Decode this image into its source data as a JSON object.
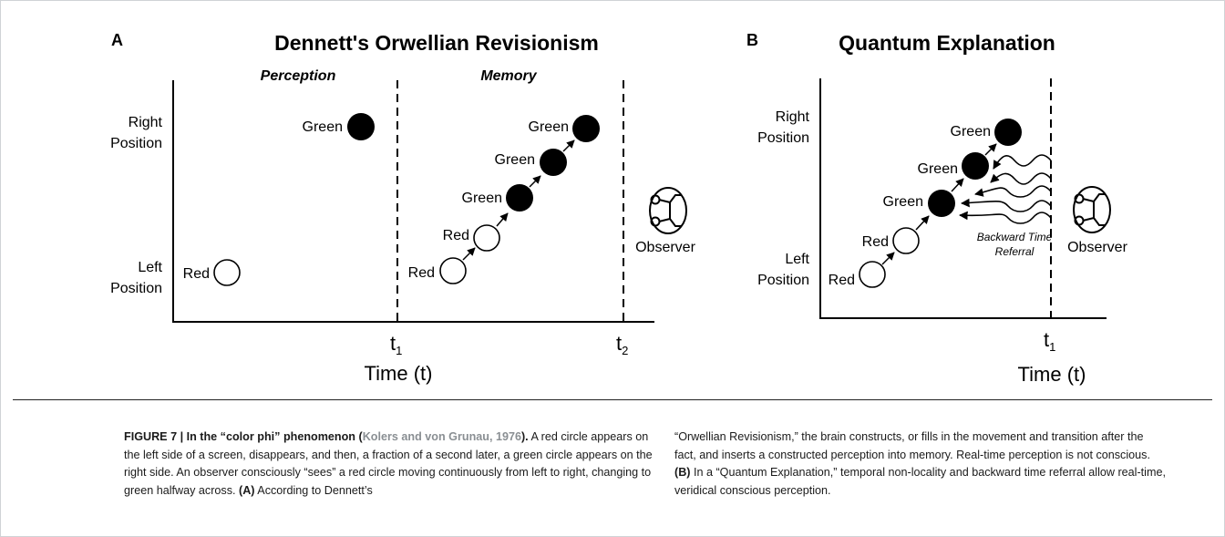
{
  "figure": {
    "panel_a": {
      "letter": "A",
      "title": "Dennett's Orwellian Revisionism",
      "section_perception": "Perception",
      "section_memory": "Memory",
      "y_label_right": [
        "Right",
        "Position"
      ],
      "y_label_left": [
        "Left",
        "Position"
      ],
      "t1_main": "t",
      "t1_sub": "1",
      "t2_main": "t",
      "t2_sub": "2",
      "x_label": "Time (t)",
      "observer_label": "Observer",
      "labels": {
        "left_red": "Red",
        "perception_green": "Green",
        "mem_red_1": "Red",
        "mem_red_2": "Red",
        "mem_green_1": "Green",
        "mem_green_2": "Green",
        "mem_green_3": "Green"
      }
    },
    "panel_b": {
      "letter": "B",
      "title": "Quantum Explanation",
      "y_label_right": [
        "Right",
        "Position"
      ],
      "y_label_left": [
        "Left",
        "Position"
      ],
      "t1_main": "t",
      "t1_sub": "1",
      "x_label": "Time (t)",
      "observer_label": "Observer",
      "backward_label": [
        "Backward Time",
        "Referral"
      ],
      "labels": {
        "red_1": "Red",
        "red_2": "Red",
        "green_1": "Green",
        "green_2": "Green",
        "green_3": "Green"
      }
    },
    "colors": {
      "ink": "#000000",
      "caption_text": "#1a1a1a",
      "citation": "#8a8f93"
    }
  },
  "caption": {
    "left": {
      "fig_label": "FIGURE 7 | In the “color phi” phenomenon (",
      "citation": "Kolers and von Grunau, 1976",
      "fig_label_close": ").",
      "text_1": " A red circle appears on the left side of a screen, disappears, and then, a fraction of a second later, a green circle appears on the right side. An observer consciously “sees” a red circle moving continuously from left to right, changing to green halfway across. ",
      "marker_a": "(A)",
      "text_2": " According to Dennett’s"
    },
    "right": {
      "text_1": "“Orwellian Revisionism,” the brain constructs, or fills in the movement and transition after the fact, and inserts a constructed perception into memory. Real-time perception is not conscious. ",
      "marker_b": "(B)",
      "text_2": " In a “Quantum Explanation,” temporal non-locality and backward time referral allow real-time, veridical conscious perception."
    }
  }
}
